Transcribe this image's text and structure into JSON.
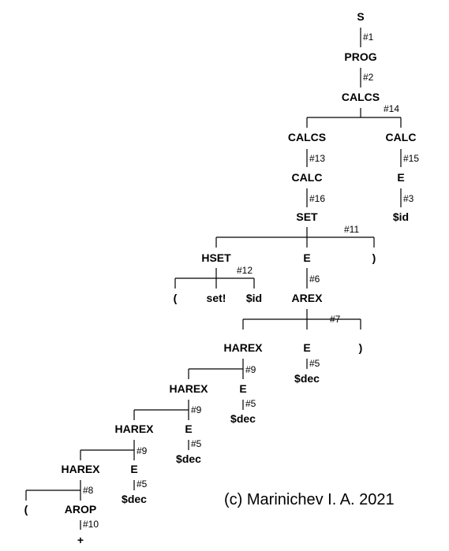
{
  "nodes": {
    "s": "S",
    "prog": "PROG",
    "calcs_root": "CALCS",
    "calcs_inner": "CALCS",
    "calc_right": "CALC",
    "calc_left": "CALC",
    "e_right": "E",
    "id_right": "$id",
    "set": "SET",
    "hset": "HSET",
    "e_set": "E",
    "rparen_set": ")",
    "lparen_hset": "(",
    "setbang": "set!",
    "id_hset": "$id",
    "arex": "AREX",
    "harex1": "HAREX",
    "e_arex": "E",
    "rparen_arex": ")",
    "dec_arex": "$dec",
    "harex2": "HAREX",
    "e_h1": "E",
    "dec_h1": "$dec",
    "harex3": "HAREX",
    "e_h2": "E",
    "dec_h2": "$dec",
    "harex4": "HAREX",
    "e_h3": "E",
    "dec_h3": "$dec",
    "lparen_h4": "(",
    "arop": "AROP",
    "plus": "+"
  },
  "rules": {
    "r_s": "#1",
    "r_prog": "#2",
    "r_calcs_root": "#14",
    "r_calcs_inner": "#13",
    "r_calc_right": "#15",
    "r_e_right": "#3",
    "r_calc_left": "#16",
    "r_set": "#11",
    "r_hset": "#12",
    "r_e_set": "#6",
    "r_arex": "#7",
    "r_e_arex": "#5",
    "r_harex1": "#9",
    "r_e_h1": "#5",
    "r_harex2": "#9",
    "r_e_h2": "#5",
    "r_harex3": "#9",
    "r_e_h3": "#5",
    "r_harex4": "#8",
    "r_arop": "#10"
  },
  "copyright": "(c) Marinichev I. A. 2021"
}
